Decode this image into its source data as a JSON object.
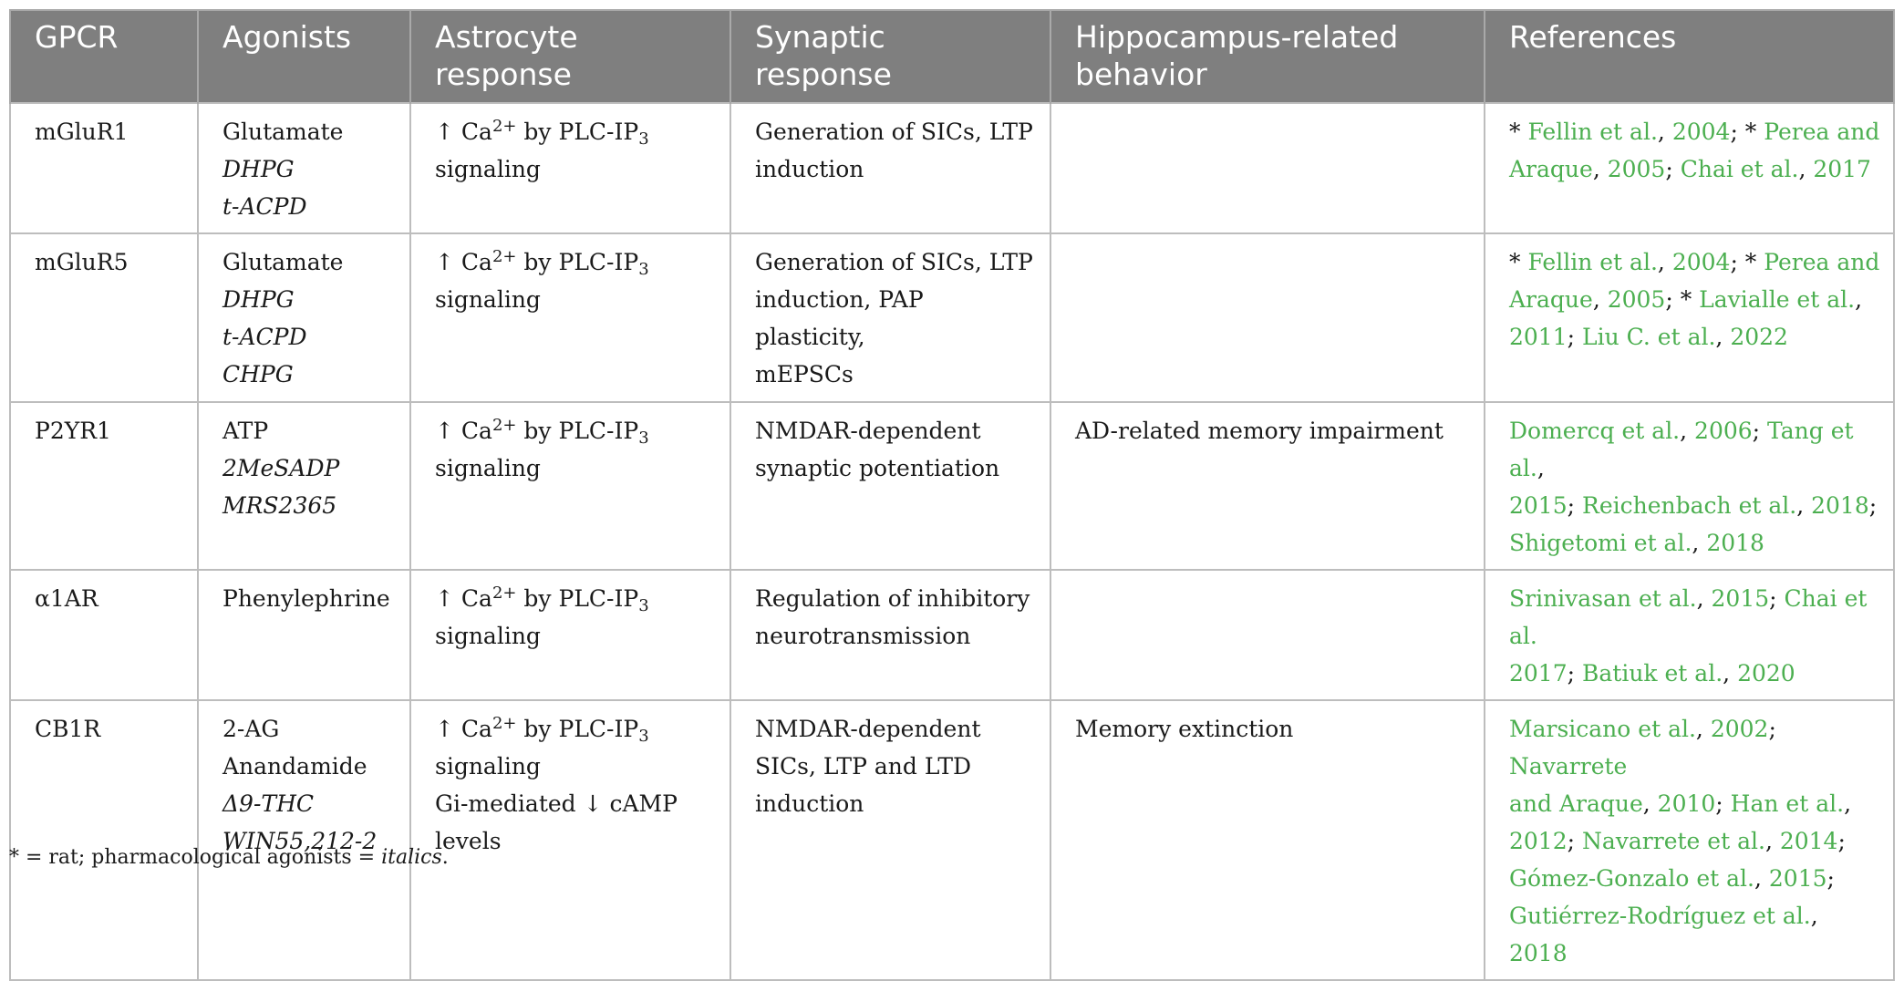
{
  "table": {
    "headers": [
      "GPCR",
      "Agonists",
      "Astrocyte",
      "response",
      "Synaptic",
      "response",
      "Hippocampus-related",
      "behavior",
      "References"
    ],
    "rows": [
      {
        "gpcr": "mGluR1",
        "agonists": [
          {
            "text": "Glutamate",
            "italic": false
          },
          {
            "text": "DHPG",
            "italic": true
          },
          {
            "text": "t-ACPD",
            "italic": true
          }
        ],
        "astro": {
          "prefix": "↑ Ca",
          "sup": "2+",
          "mid": " by PLC-IP",
          "sub": "3",
          "line2": "signaling"
        },
        "synaptic": [
          "Generation of SICs, LTP",
          "induction"
        ],
        "behavior": "",
        "references": [
          "* ",
          "Fellin et al.",
          ", ",
          "2004",
          "; * ",
          "Perea and",
          " ",
          "Araque",
          ", ",
          "2005",
          "; ",
          "Chai et al.",
          ", ",
          "2017"
        ]
      },
      {
        "gpcr": "mGluR5",
        "agonists": [
          {
            "text": "Glutamate",
            "italic": false
          },
          {
            "text": "DHPG",
            "italic": true
          },
          {
            "text": "t-ACPD",
            "italic": true
          },
          {
            "text": "CHPG",
            "italic": true
          }
        ],
        "astro": {
          "prefix": "↑ Ca",
          "sup": "2+",
          "mid": " by PLC-IP",
          "sub": "3",
          "line2": "signaling"
        },
        "synaptic": [
          "Generation of SICs, LTP",
          "induction, PAP plasticity,",
          "mEPSCs"
        ],
        "behavior": "",
        "references": [
          "* ",
          "Fellin et al.",
          ", ",
          "2004",
          "; * ",
          "Perea and",
          " ",
          "Araque",
          ", ",
          "2005",
          "; * ",
          "Lavialle et al.",
          ", ",
          "2011",
          "; ",
          "Liu C. et al.",
          ", ",
          "2022"
        ]
      },
      {
        "gpcr": "P2YR1",
        "agonists": [
          {
            "text": "ATP",
            "italic": false
          },
          {
            "text": "2MeSADP",
            "italic": true
          },
          {
            "text": "MRS2365",
            "italic": true
          }
        ],
        "astro": {
          "prefix": "↑ Ca",
          "sup": "2+",
          "mid": " by PLC-IP",
          "sub": "3",
          "line2": "signaling"
        },
        "synaptic": [
          "NMDAR-dependent",
          "synaptic potentiation"
        ],
        "behavior": "AD-related memory impairment",
        "references": [
          "Domercq et al.",
          ", ",
          "2006",
          "; ",
          "Tang et al.",
          ", ",
          "2015",
          "; ",
          "Reichenbach et al.",
          ", ",
          "2018",
          "; ",
          "Shigetomi et al.",
          ", ",
          "2018"
        ]
      },
      {
        "gpcr": "α1AR",
        "agonists": [
          {
            "text": "Phenylephrine",
            "italic": false
          }
        ],
        "astro": {
          "prefix": "↑ Ca",
          "sup": "2+",
          "mid": " by PLC-IP",
          "sub": "3",
          "line2": "signaling"
        },
        "synaptic": [
          "Regulation of inhibitory",
          "neurotransmission"
        ],
        "behavior": "",
        "references": [
          "Srinivasan et al.",
          ", ",
          "2015",
          "; ",
          "Chai et al.",
          ", ",
          "2017",
          "; ",
          "Batiuk et al.",
          ", ",
          "2020"
        ]
      },
      {
        "gpcr": "CB1R",
        "agonists": [
          {
            "text": "2-AG",
            "italic": false
          },
          {
            "text": "Anandamide",
            "italic": false
          },
          {
            "text": "Δ9-THC",
            "italic": true
          },
          {
            "text": "WIN55,212-2",
            "italic": true
          }
        ],
        "astro": {
          "prefix": "↑ Ca",
          "sup": "2+",
          "mid": " by PLC-IP",
          "sub": "3",
          "line2": "signaling",
          "line3": "Gi-mediated ↓ cAMP",
          "line4": "levels"
        },
        "synaptic": [
          "NMDAR-dependent",
          "SICs, LTP and LTD",
          "induction"
        ],
        "behavior": "Memory extinction",
        "references": [
          "Marsicano et al.",
          ", ",
          "2002",
          "; ",
          "Navarrete",
          " ",
          "and Araque",
          ", ",
          "2010",
          "; ",
          "Han et al.",
          ", ",
          "2012",
          "; ",
          "Navarrete et al.",
          ", ",
          "2014",
          "; ",
          "Gómez-Gonzalo et al.",
          ", ",
          "2015",
          "; ",
          "Gutiérrez-Rodríguez et al.",
          ", ",
          "2018"
        ]
      }
    ]
  },
  "footnote": {
    "prefix": "* = rat; pharmacological agonists = ",
    "italic": "italics",
    "suffix": "."
  },
  "colors": {
    "header_bg": "#7f7f7f",
    "link": "#4caf50"
  }
}
